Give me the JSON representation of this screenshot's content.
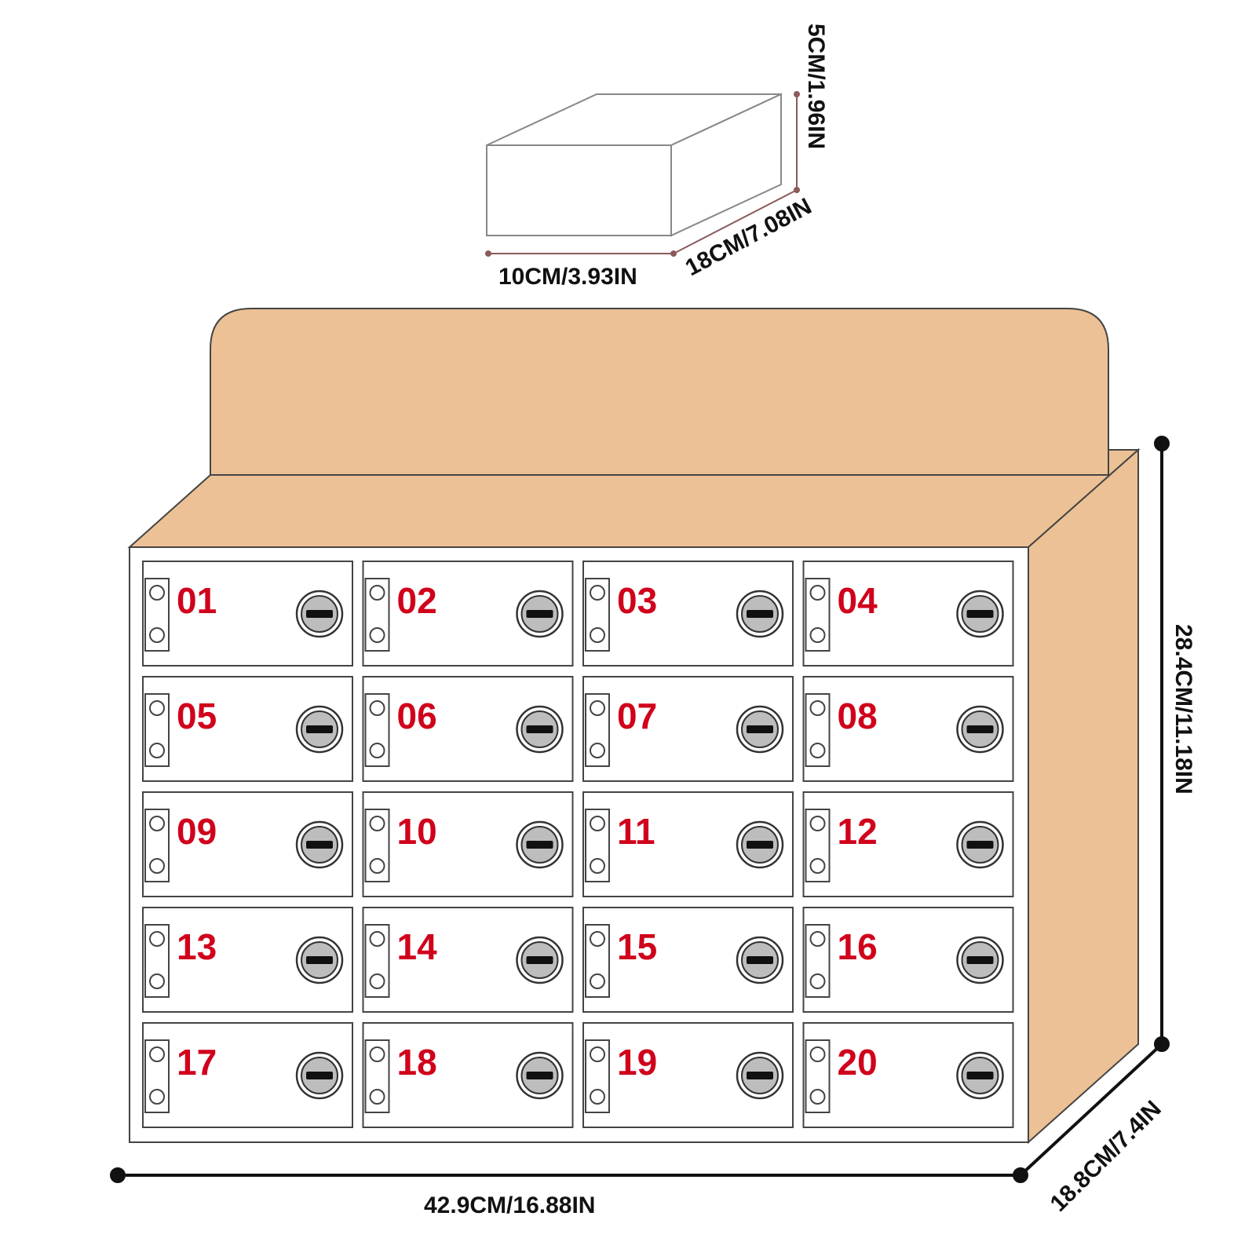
{
  "colors": {
    "cabinet_side": "#ECC195",
    "cabinet_front": "#FFFFFF",
    "outline": "#333333",
    "number_text": "#D0021B",
    "dimension_line": "#111111",
    "small_box_line": "#888888"
  },
  "small_box": {
    "height_label": "5CM/1.96IN",
    "depth_label": "18CM/7.08IN",
    "width_label": "10CM/3.93IN"
  },
  "cabinet": {
    "width_label": "42.9CM/16.88IN",
    "height_label": "28.4CM/11.18IN",
    "depth_label": "18.8CM/7.4IN",
    "lockers": [
      "01",
      "02",
      "03",
      "04",
      "05",
      "06",
      "07",
      "08",
      "09",
      "10",
      "11",
      "12",
      "13",
      "14",
      "15",
      "16",
      "17",
      "18",
      "19",
      "20"
    ]
  }
}
